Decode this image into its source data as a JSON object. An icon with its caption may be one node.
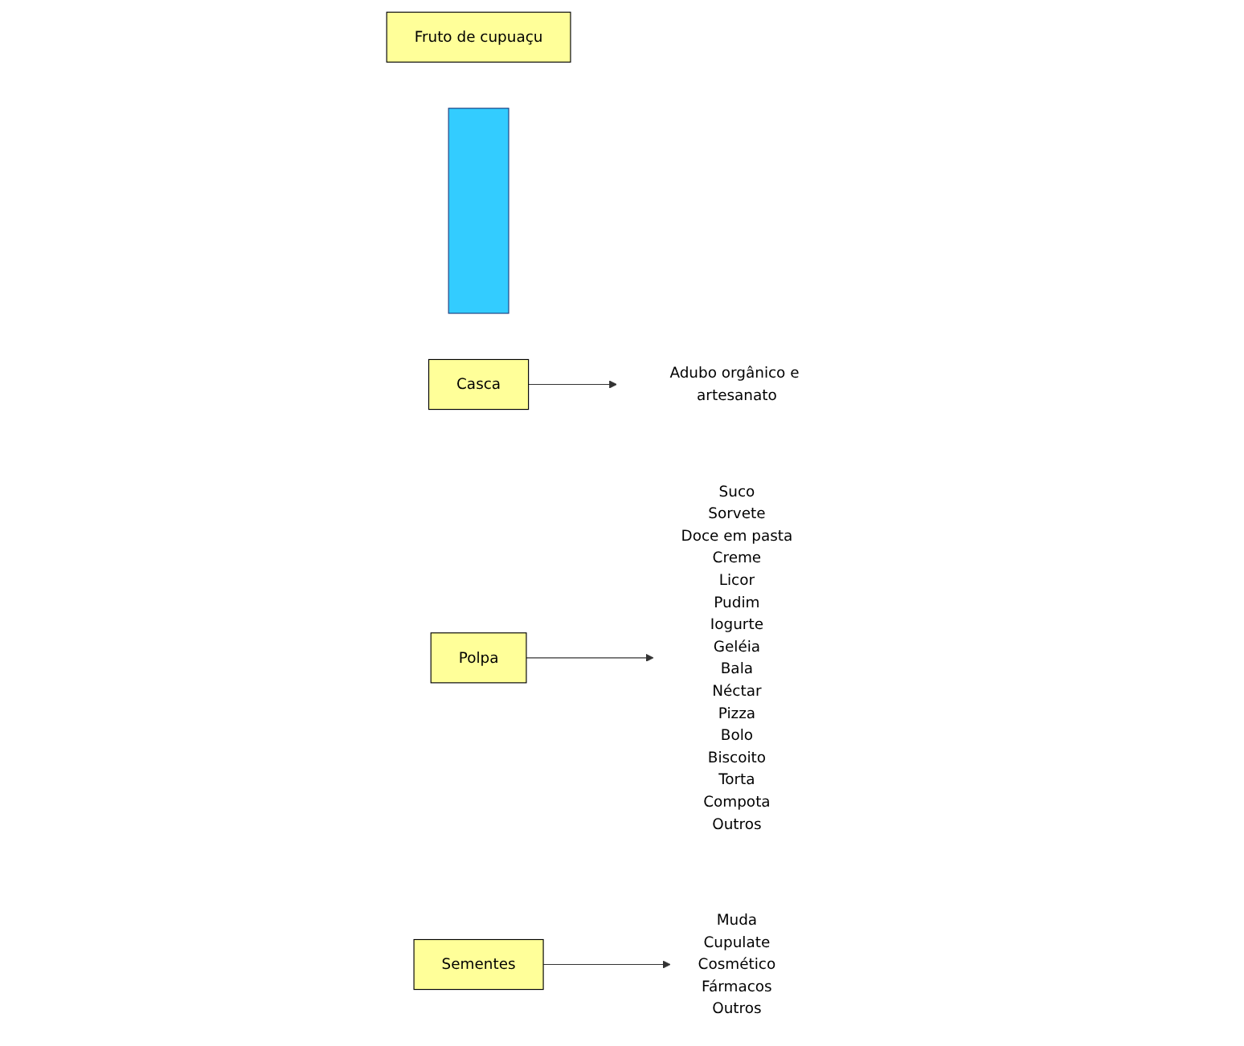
{
  "diagram": {
    "nodes": [
      {
        "text": [
          "Fruto de cupuaçu"
        ]
      },
      {
        "text": [],
        "shape": "bar"
      },
      {
        "text": [
          "Casca"
        ]
      },
      {
        "text": [
          "Polpa"
        ]
      },
      {
        "text": [
          "Sementes"
        ]
      },
      {
        "text": [
          "Adubo orgânico e artesanato"
        ]
      },
      {
        "text": [
          "Suco",
          "Sorvete",
          "Doce em pasta",
          "Creme",
          "Licor",
          "Pudim",
          "Iogurte",
          "Geléia",
          "Bala",
          "Néctar",
          "Pizza",
          "Bolo",
          "Biscoito",
          "Torta",
          "Compota",
          "Outros"
        ]
      },
      {
        "text": [
          "Muda",
          "Cupulate",
          "Cosmético",
          "Fármacos",
          "Outros"
        ]
      }
    ],
    "edges": [
      {
        "from": 2,
        "to": 5,
        "arrow": "to"
      },
      {
        "from": 3,
        "to": 6,
        "arrow": "to"
      },
      {
        "from": 4,
        "to": 7,
        "arrow": "to"
      }
    ]
  }
}
